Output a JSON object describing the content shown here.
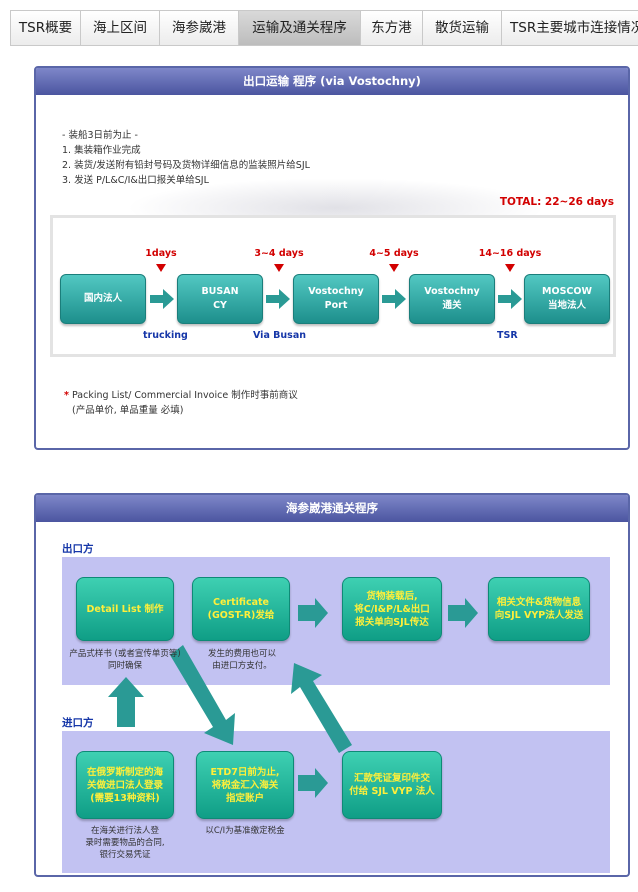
{
  "tabs": [
    "TSR概要",
    "海上区间",
    "海参崴港",
    "运输及通关程序",
    "东方港",
    "散货运输",
    "TSR主要城市连接情况"
  ],
  "active_tab": 3,
  "panel1": {
    "title": "出口运输 程序 (via Vostochny)",
    "intro": [
      "- 装船3日前为止 -",
      "1. 集装箱作业完成",
      "2. 装货/发送附有铅封号码及货物详细信息的监装照片给SJL",
      "3. 发送 P/L&C/I&出口报关单给SJL"
    ],
    "total": "TOTAL: 22~26 days",
    "nodes": [
      {
        "line1": "国内法人",
        "line2": ""
      },
      {
        "line1": "BUSAN",
        "line2": "CY"
      },
      {
        "line1": "Vostochny",
        "line2": "Port"
      },
      {
        "line1": "Vostochny",
        "line2": "通关"
      },
      {
        "line1": "MOSCOW",
        "line2": "当地法人"
      }
    ],
    "days": [
      "1days",
      "3~4 days",
      "4~5 days",
      "14~16 days"
    ],
    "bottom_labels": [
      "trucking",
      "Via Busan",
      "TSR"
    ],
    "note_star": "*",
    "note_line1": "Packing List/ Commercial Invoice 制作时事前商议",
    "note_line2": "(产品单价, 单品重量 必填)"
  },
  "panel2": {
    "title": "海参崴港通关程序",
    "export_label": "出口方",
    "import_label": "进口方",
    "export_nodes": [
      {
        "line1": "Detail List 制作",
        "line2": "",
        "line3": ""
      },
      {
        "line1": "Certificate",
        "line2": "(GOST-R)发给",
        "line3": ""
      },
      {
        "line1": "货物装载后,",
        "line2": "将C/I&P/L&出口",
        "line3": "报关单向SJL传达"
      },
      {
        "line1": "相关文件&货物信息",
        "line2": "向SJL VYP法人发送",
        "line3": ""
      }
    ],
    "export_notes": [
      {
        "line1": "产品式样书 (或者宣传单页等)",
        "line2": "同时确保"
      },
      {
        "line1": "发生的费用也可以",
        "line2": "由进口方支付。"
      }
    ],
    "import_nodes": [
      {
        "line1": "在俄罗斯制定的海",
        "line2": "关做进口法人登录",
        "line3": "(需要13种资料)"
      },
      {
        "line1": "ETD7日前为止,",
        "line2": "将税金汇入海关",
        "line3": "指定账户"
      },
      {
        "line1": "汇款凭证复印件交",
        "line2": "付给 SJL VYP 法人",
        "line3": ""
      }
    ],
    "import_notes": [
      {
        "line1": "在海关进行法人登",
        "line2": "录时需要物品的合同,",
        "line3": "银行交易凭证"
      },
      {
        "line1": "以C/I为基准缴定税金",
        "line2": "",
        "line3": ""
      }
    ]
  },
  "colors": {
    "header": "#5a66a8",
    "node_teal": "#1d8f8c",
    "node_green": "#0f9e86",
    "accent_red": "#d20000",
    "label_blue": "#1536a8",
    "band": "#c2c2f2"
  }
}
